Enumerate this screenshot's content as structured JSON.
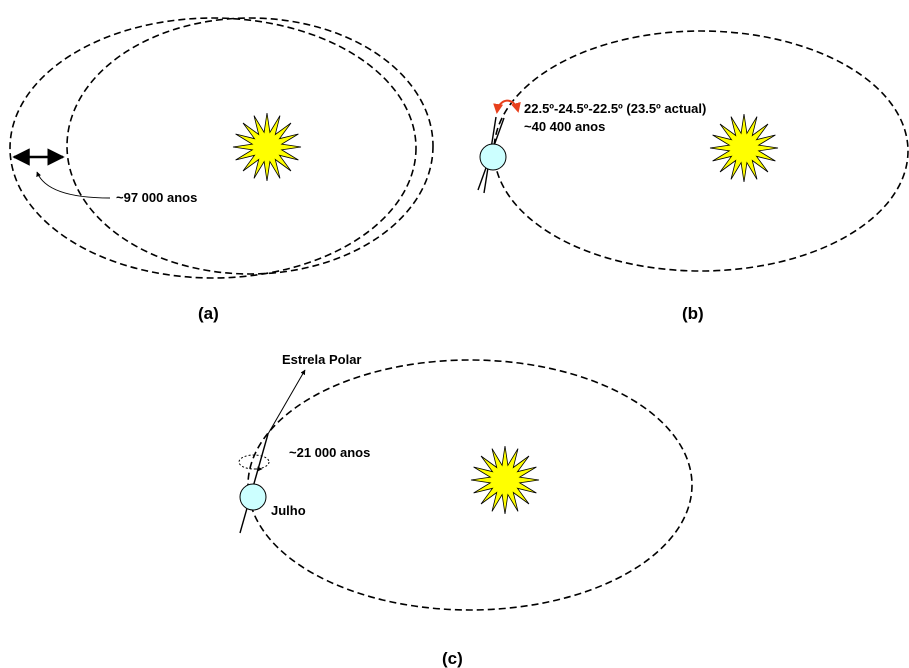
{
  "panel_a": {
    "caption": "(a)",
    "period_label": "~97 000 anos"
  },
  "panel_b": {
    "caption": "(b)",
    "tilt_label": "22.5º-24.5º-22.5º (23.5º actual)",
    "period_label": "~40 400 anos"
  },
  "panel_c": {
    "caption": "(c)",
    "star_label": "Estrela Polar",
    "period_label": "~21 000 anos",
    "month_label": "Julho"
  },
  "colors": {
    "sun": "#ffff00",
    "planet": "#ccffff",
    "tilt_arrow": "#e8401c"
  },
  "icons": [
    "sun-icon",
    "earth-icon",
    "double-arrow-icon",
    "curved-arrow-icon"
  ]
}
